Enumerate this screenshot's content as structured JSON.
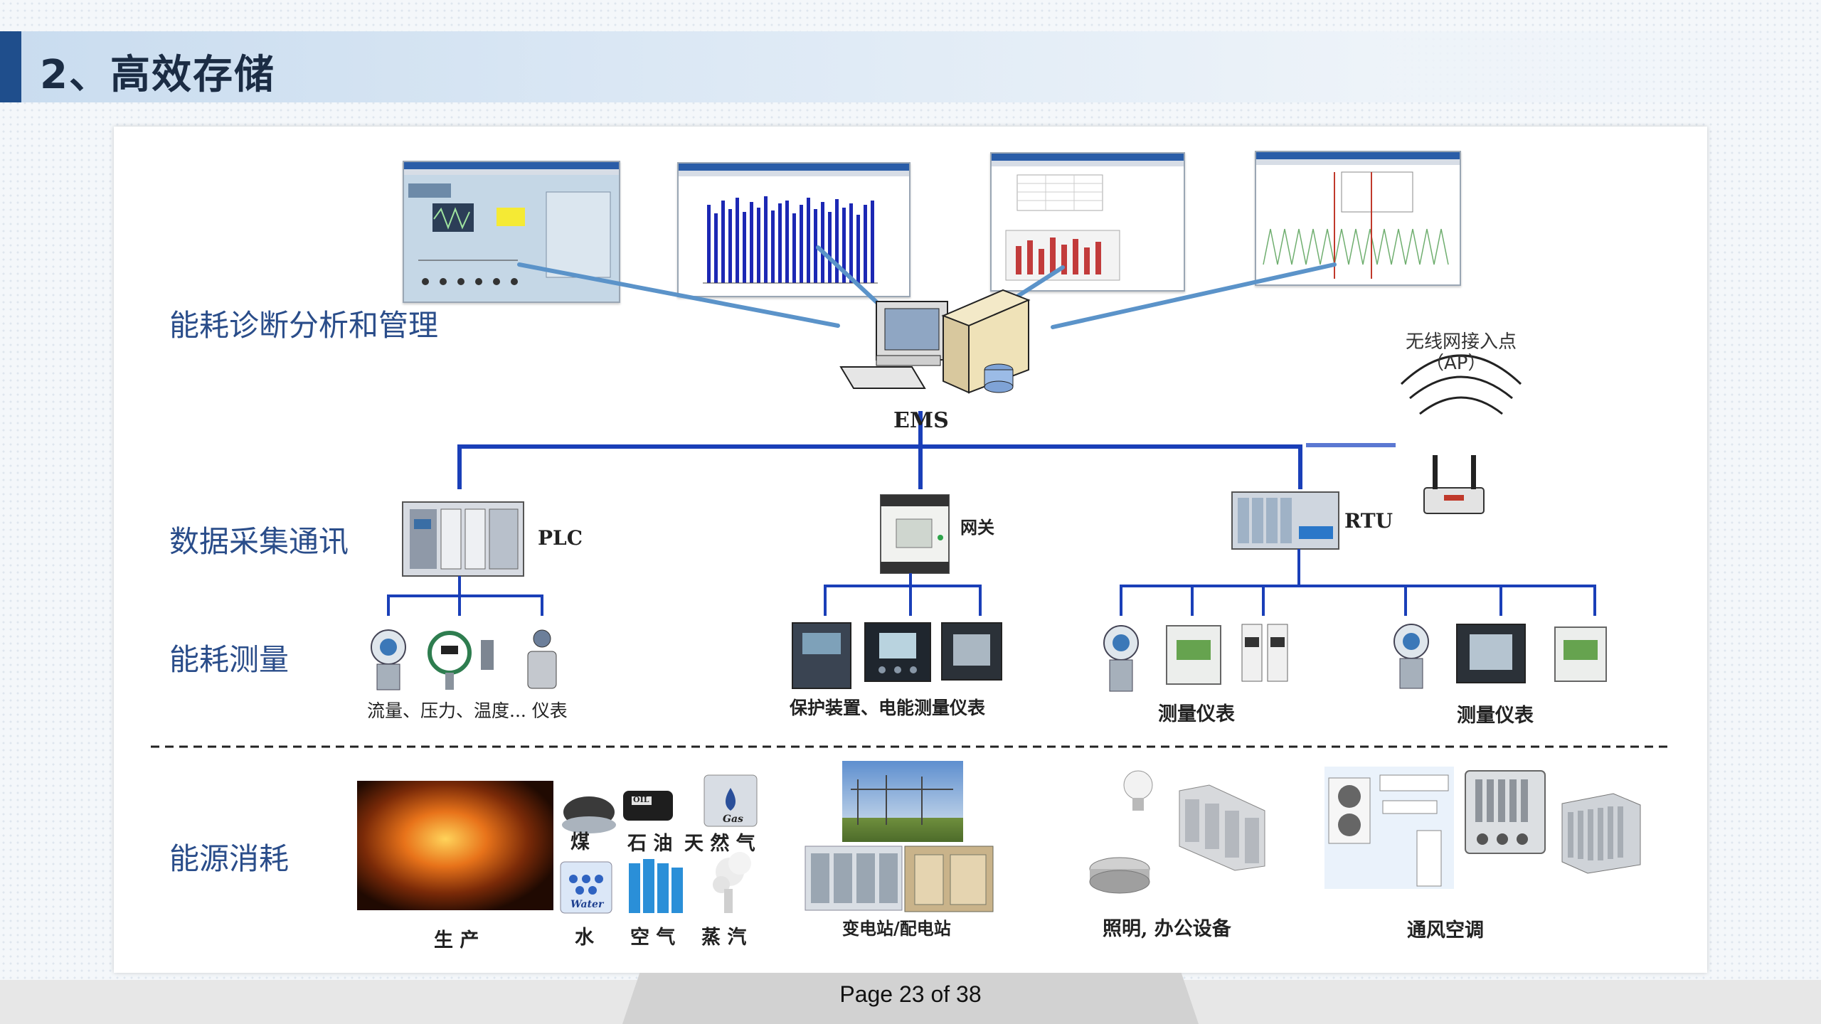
{
  "header": {
    "title": "2、高效存储"
  },
  "sections": {
    "analysis": "能耗诊断分析和管理",
    "collection": "数据采集通讯",
    "measurement": "能耗测量",
    "consumption": "能源消耗"
  },
  "nodes": {
    "ems": "EMS",
    "ap_title": "无线网接入点",
    "ap_sub": "（AP）",
    "plc": "PLC",
    "gateway": "网关",
    "rtu": "RTU"
  },
  "meters": {
    "plc_group": "流量、压力、温度... 仪表",
    "gateway_group": "保护装置、电能测量仪表",
    "rtu_group_1": "测量仪表",
    "rtu_group_2": "测量仪表"
  },
  "energy": {
    "coal": "煤",
    "oil": "石 油",
    "gas": "天 然 气",
    "gas_badge": "Gas",
    "oil_badge": "OIL",
    "water_badge": "Water",
    "water": "水",
    "air": "空 气",
    "steam": "蒸 汽",
    "production": "生 产",
    "substation": "变电站/配电站",
    "lighting": "照明, 办公设备",
    "hvac": "通风空调"
  },
  "footer": {
    "page": "Page 23 of 38"
  },
  "colors": {
    "accent": "#1f4e8c",
    "bus": "#1a3fb8",
    "link": "#5b93c9",
    "section_text": "#2a4d8a"
  }
}
